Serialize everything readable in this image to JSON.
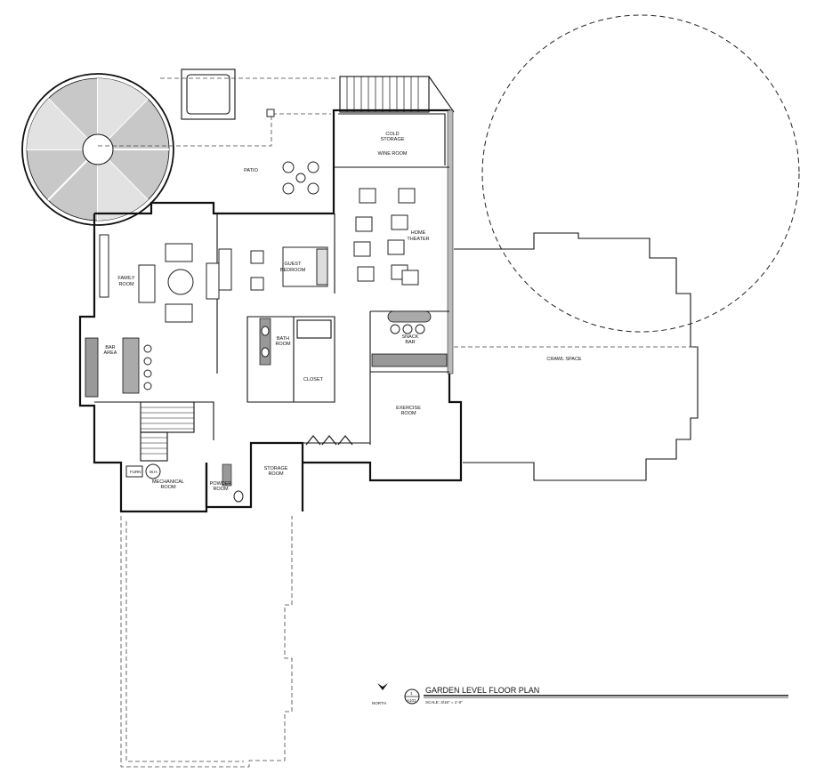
{
  "plan": {
    "title": "GARDEN LEVEL FLOOR PLAN",
    "scale": "SCALE: 3/16\" = 1'-0\"",
    "north_label": "NORTH",
    "sheet_number": "1",
    "sheet_ref": "A101"
  },
  "rooms": {
    "cold_storage_1": "COLD",
    "cold_storage_2": "STORAGE",
    "wine_room": "WINE ROOM",
    "patio": "PATIO",
    "home_theater_1": "HOME",
    "home_theater_2": "THEATER",
    "family_room_1": "FAMILY",
    "family_room_2": "ROOM",
    "guest_bedroom_1": "GUEST",
    "guest_bedroom_2": "BEDROOM",
    "bath_room_1": "BATH",
    "bath_room_2": "ROOM",
    "snack_bar_1": "SNACK",
    "snack_bar_2": "BAR",
    "crawl_space": "CRAWL SPACE",
    "bar_area_1": "BAR",
    "bar_area_2": "AREA",
    "closet": "CLOSET",
    "exercise_room_1": "EXERCISE",
    "exercise_room_2": "ROOM",
    "mechanical_room_1": "MECHANICAL",
    "mechanical_room_2": "ROOM",
    "powder_room_1": "POWDER",
    "powder_room_2": "ROOM",
    "storage_room_1": "STORAGE",
    "storage_room_2": "ROOM",
    "equip_1": "FURN",
    "equip_2": "W.H."
  },
  "room_tag": "–"
}
